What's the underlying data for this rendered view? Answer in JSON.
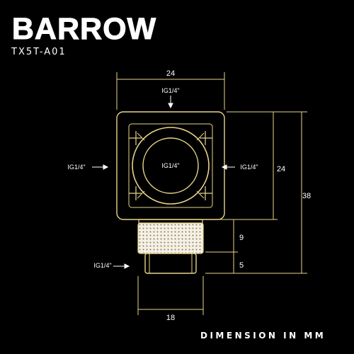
{
  "brand": {
    "name": "BARROW"
  },
  "model": "TX5T-A01",
  "footer": "DIMENSION IN MM",
  "ports": {
    "top": "IG1/4\"",
    "left": "IG1/4\"",
    "center": "IG1/4\"",
    "right": "IG1/4\"",
    "bottom": "IG1/4\""
  },
  "dimensions": {
    "width_top": "24",
    "height_body": "24",
    "height_total": "38",
    "knurl": "9",
    "thread": "5",
    "width_bottom": "18"
  },
  "colors": {
    "background": "#000000",
    "drawing": "#e8d48a",
    "text": "#ffffff"
  }
}
